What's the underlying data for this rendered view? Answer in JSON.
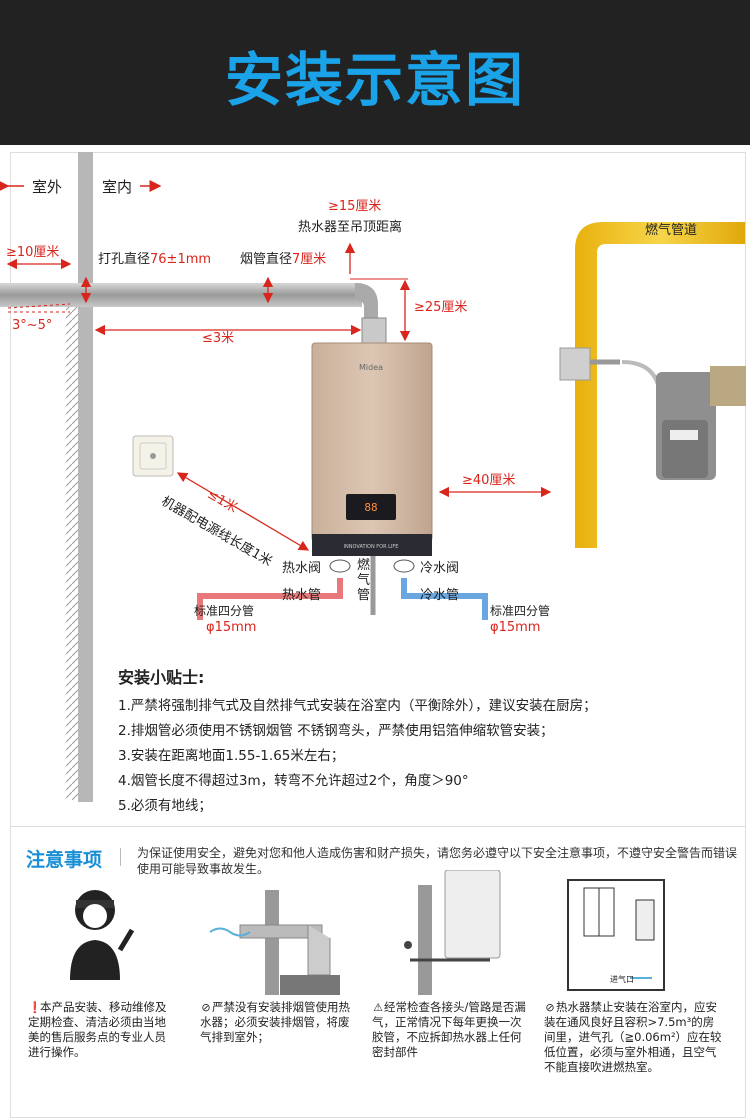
{
  "header": {
    "title": "安装示意图"
  },
  "diagram": {
    "outdoor_label": "室外",
    "indoor_label": "室内",
    "top_clearance": "≥15厘米",
    "top_clearance_desc": "热水器至吊顶距离",
    "wall_outside_length": "≥10厘米",
    "hole_diameter_label": "打孔直径",
    "hole_diameter_value": "76±1mm",
    "flue_diameter_label": "烟管直径",
    "flue_diameter_value": "7厘米",
    "elbow_height": "≥25厘米",
    "slope_angle": "3°~5°",
    "horizontal_max": "≤3米",
    "gas_pipe_label": "燃气管道",
    "side_clearance": "≥40厘米",
    "cord_max": "≤1米",
    "cord_desc": "机器配电源线长度1米",
    "heater_brand": "Midea",
    "heater_display": "88",
    "heater_slogan": "INNOVATION FOR LIFE",
    "hot_valve": "热水阀",
    "hot_pipe": "热水管",
    "gas_pipe_vertical": "燃气管",
    "cold_valve": "冷水阀",
    "cold_pipe": "冷水管",
    "std_pipe_left": "标准四分管",
    "std_pipe_left_size": "φ15mm",
    "std_pipe_right": "标准四分管",
    "std_pipe_right_size": "φ15mm"
  },
  "tips": {
    "title": "安装小贴士:",
    "items": [
      "1.严禁将强制排气式及自然排气式安装在浴室内（平衡除外），建议安装在厨房；",
      "2.排烟管必须使用不锈钢烟管 不锈钢弯头，严禁使用铝箔伸缩软管安装；",
      "3.安装在距离地面1.55-1.65米左右；",
      "4.烟管长度不得超过3m，转弯不允许超过2个，角度＞90°",
      "5.必须有地线；"
    ]
  },
  "notice": {
    "title": "注意事项",
    "text": "为保证使用安全，避免对您和他人造成伤害和财产损失，请您务必遵守以下安全注意事项，不遵守安全警告而错误使用可能导致事故发生。",
    "inlet_label": "进气口",
    "captions": [
      {
        "icon": "❗",
        "text": "本产品安装、移动维修及定期检查、清洁必须由当地美的售后服务点的专业人员进行操作。"
      },
      {
        "icon": "⊘",
        "text": "严禁没有安装排烟管使用热水器；必须安装排烟管，将废气排到室外；"
      },
      {
        "icon": "⚠",
        "text": "经常检查各接头/管路是否漏气，正常情况下每年更换一次胶管，不应拆卸热水器上任何密封部件"
      },
      {
        "icon": "⊘",
        "text": "热水器禁止安装在浴室内，应安装在通风良好且容积>7.5m³的房间里，进气孔（≧0.06m²）应在较低位置，必须与室外相通，且空气不能直接吹进燃热室。"
      }
    ]
  },
  "colors": {
    "accent": "#1aa3e8",
    "red": "#d9261c",
    "gas_pipe": "#f2c21b",
    "hot_pipe": "#e8787a",
    "cold_pipe": "#6aa7e0"
  }
}
